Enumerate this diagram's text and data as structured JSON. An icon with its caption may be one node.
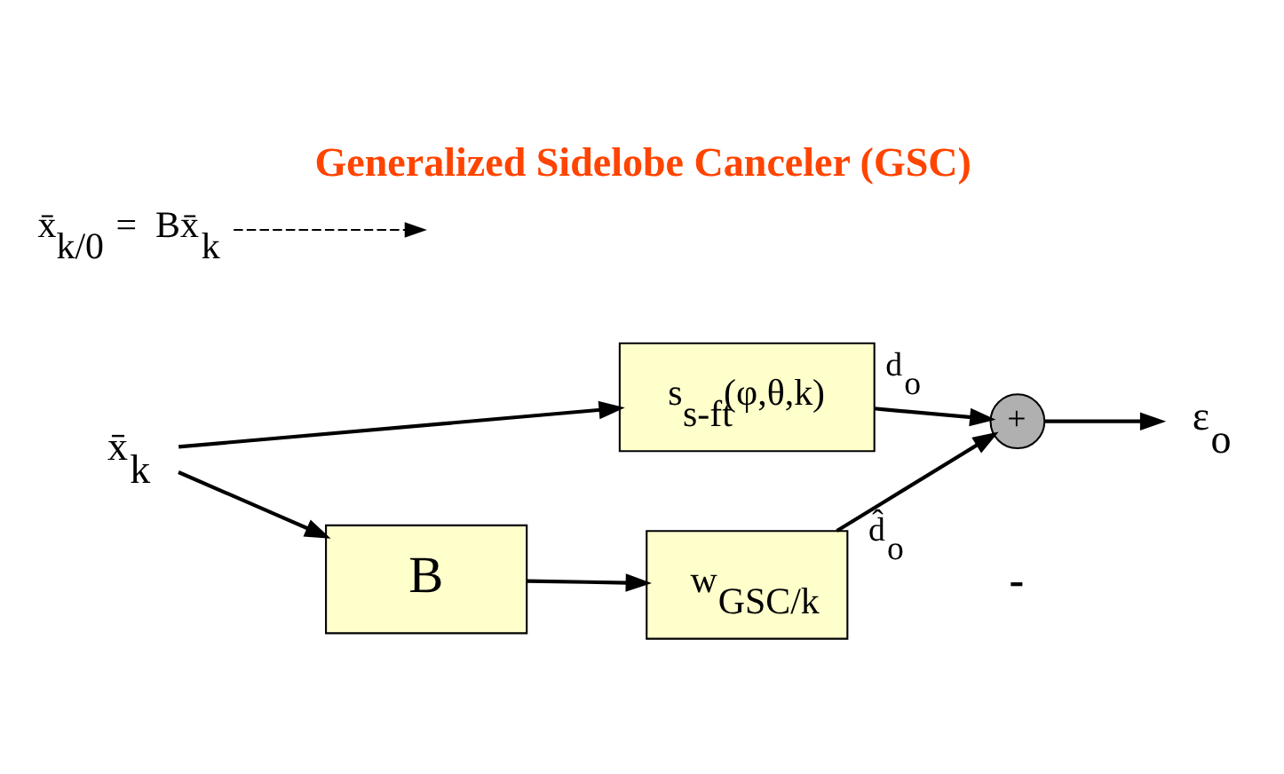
{
  "diagram": {
    "title": "Generalized Sidelobe Canceler (GSC)",
    "nodes": [
      {
        "text": [
          "x̄$_{k}$"
        ]
      },
      {
        "text": [
          "s$_{s-ft}$(φ,θ,k)"
        ]
      },
      {
        "text": [
          "B"
        ]
      },
      {
        "text": [
          "w$_{GSC/k}$"
        ]
      },
      {
        "text": [
          "+"
        ]
      },
      {
        "text": [
          "ε$_{o}$"
        ]
      },
      {
        "text": [
          "x̄$_{k/0}$ = Bx̄$_{k}$"
        ]
      }
    ],
    "edges": [
      {
        "from": 0,
        "to": 1,
        "arrow": "to"
      },
      {
        "from": 0,
        "to": 2,
        "arrow": "to"
      },
      {
        "from": 2,
        "to": 3,
        "arrow": "to"
      },
      {
        "from": 1,
        "to": 4,
        "label": "d$_{o}$",
        "arrow": "to"
      },
      {
        "from": 3,
        "to": 4,
        "label": "d̂$_{o}$",
        "arrow": "to"
      },
      {
        "from": 4,
        "to": 5,
        "arrow": "to"
      },
      {
        "from": 6,
        "to": null,
        "arrow": "to",
        "style": "dashed"
      }
    ],
    "labels": [
      "-"
    ]
  }
}
